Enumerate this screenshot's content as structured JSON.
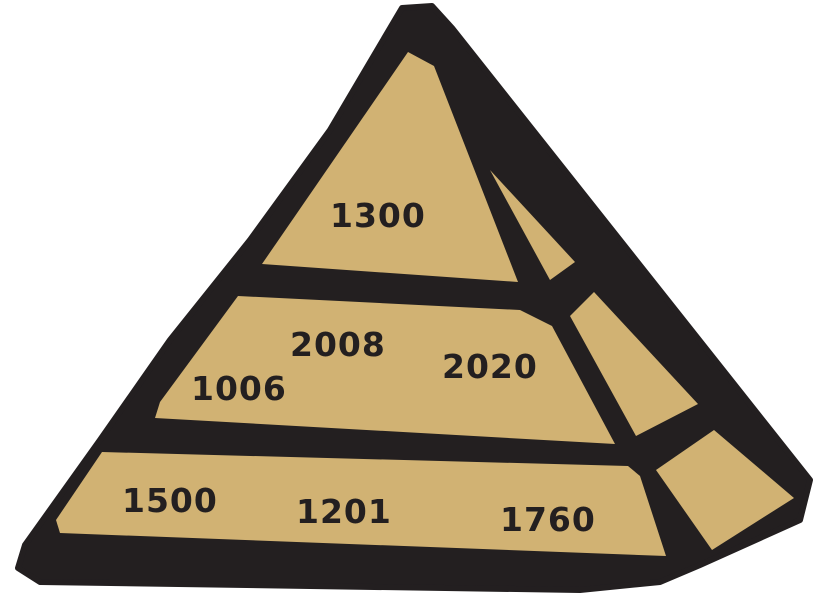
{
  "pyramid": {
    "colors": {
      "outline": "#231f20",
      "fill": "#d1b273",
      "background": "#ffffff"
    },
    "tiers": [
      {
        "tier": "top",
        "numbers": [
          "1300"
        ]
      },
      {
        "tier": "middle",
        "numbers": [
          "2008",
          "1006",
          "2020"
        ]
      },
      {
        "tier": "bottom",
        "numbers": [
          "1500",
          "1201",
          "1760"
        ]
      }
    ]
  }
}
